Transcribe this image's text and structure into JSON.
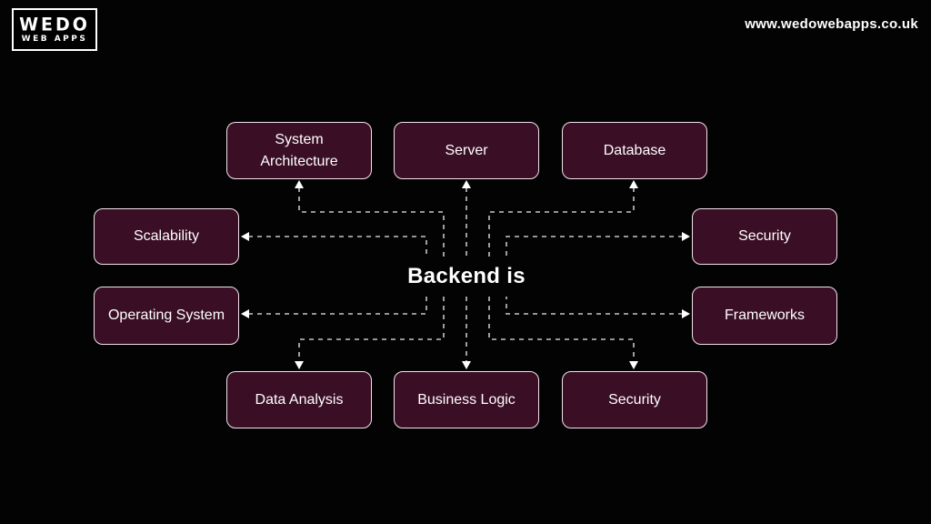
{
  "header": {
    "logo": {
      "line1": "WEDO",
      "line2": "WEB APPS"
    },
    "url": "www.wedowebapps.co.uk"
  },
  "center": {
    "title": "Backend is"
  },
  "nodes": [
    {
      "id": "system-architecture",
      "label": "System Architecture"
    },
    {
      "id": "server",
      "label": "Server"
    },
    {
      "id": "database",
      "label": "Database"
    },
    {
      "id": "scalability",
      "label": "Scalability"
    },
    {
      "id": "security-right",
      "label": "Security"
    },
    {
      "id": "operating-system",
      "label": "Operating System"
    },
    {
      "id": "frameworks",
      "label": "Frameworks"
    },
    {
      "id": "data-analysis",
      "label": "Data Analysis"
    },
    {
      "id": "business-logic",
      "label": "Business Logic"
    },
    {
      "id": "security-bottom",
      "label": "Security"
    }
  ],
  "colors": {
    "background": "#030303",
    "box_fill": "#3a0e25",
    "box_border": "#f2e3eb",
    "connector": "#c4c4c4",
    "text": "#ffffff"
  }
}
